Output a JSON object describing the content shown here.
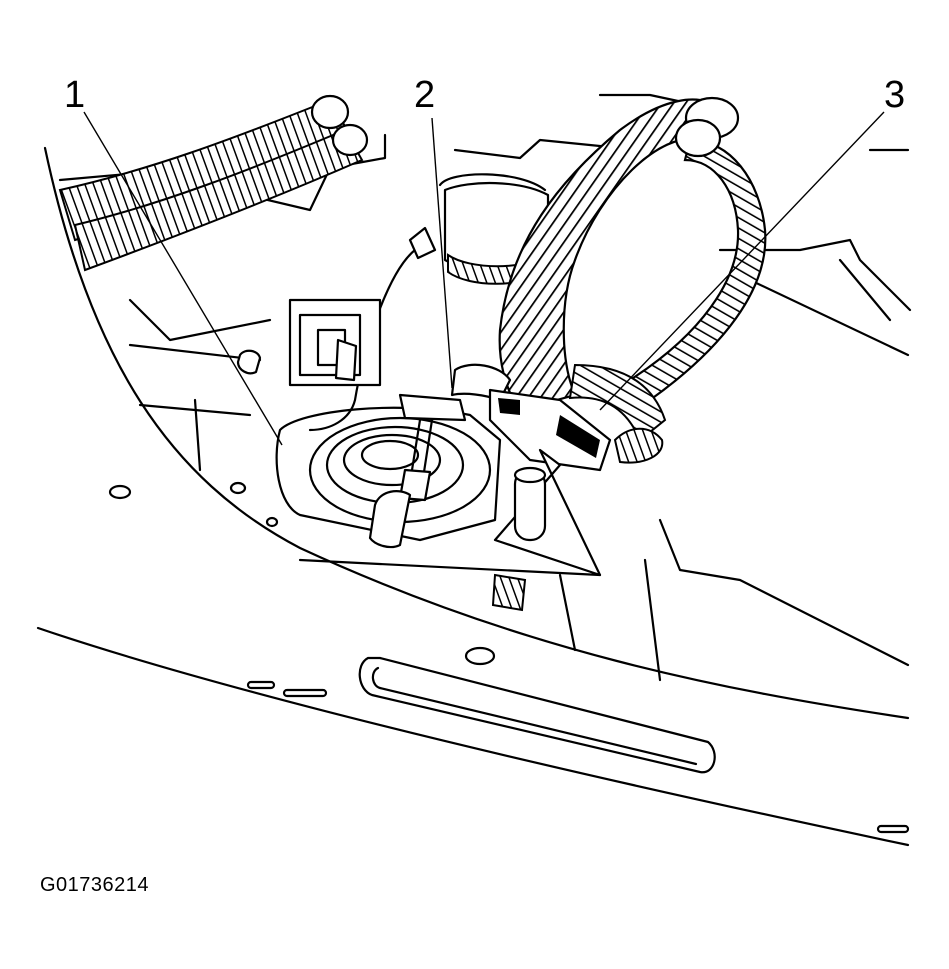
{
  "callouts": [
    {
      "id": "1",
      "label": "1"
    },
    {
      "id": "2",
      "label": "2"
    },
    {
      "id": "3",
      "label": "3"
    }
  ],
  "figure_code": "G01736214"
}
